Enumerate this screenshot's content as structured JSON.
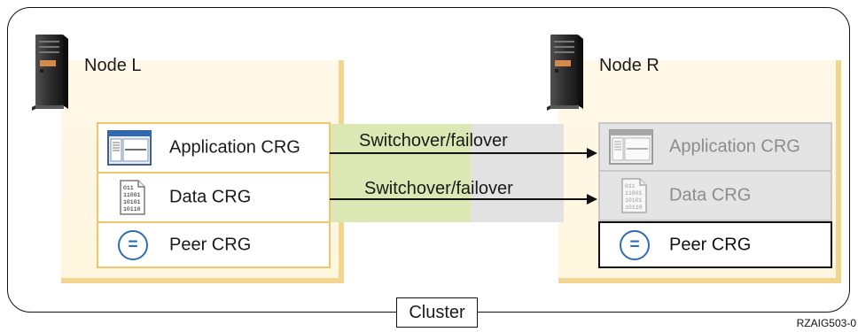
{
  "diagram": {
    "cluster_label": "Cluster",
    "figure_id": "RZAIG503-0",
    "nodes": [
      {
        "name": "Node L",
        "crgs": [
          {
            "label": "Application CRG",
            "icon": "application-window-icon",
            "state": "active"
          },
          {
            "label": "Data CRG",
            "icon": "binary-document-icon",
            "state": "active"
          },
          {
            "label": "Peer CRG",
            "icon": "equals-circle-icon",
            "state": "active"
          }
        ]
      },
      {
        "name": "Node R",
        "crgs": [
          {
            "label": "Application CRG",
            "icon": "application-window-icon",
            "state": "inactive"
          },
          {
            "label": "Data CRG",
            "icon": "binary-document-icon",
            "state": "inactive"
          },
          {
            "label": "Peer CRG",
            "icon": "equals-circle-icon",
            "state": "active"
          }
        ]
      }
    ],
    "transfers": [
      {
        "label": "Switchover/failover",
        "from": "Application CRG",
        "to": "Application CRG"
      },
      {
        "label": "Switchover/failover",
        "from": "Data CRG",
        "to": "Data CRG"
      }
    ],
    "colors": {
      "node_fill": "#fff6df",
      "node_border": "#f2d58f",
      "switch_band_left": "#dbe8b3",
      "switch_band_right": "#e2e2e2",
      "inactive_fill": "#e4e4e4",
      "inactive_text": "#8c8c8c",
      "peer_icon": "#2c6db3"
    },
    "icons": {
      "server": "server-icon",
      "application": "application-window-icon",
      "data": "binary-document-icon",
      "peer": "equals-circle-icon"
    },
    "binary_lines": [
      "011",
      "11001",
      "10101",
      "10110"
    ],
    "peer_symbol": "="
  }
}
